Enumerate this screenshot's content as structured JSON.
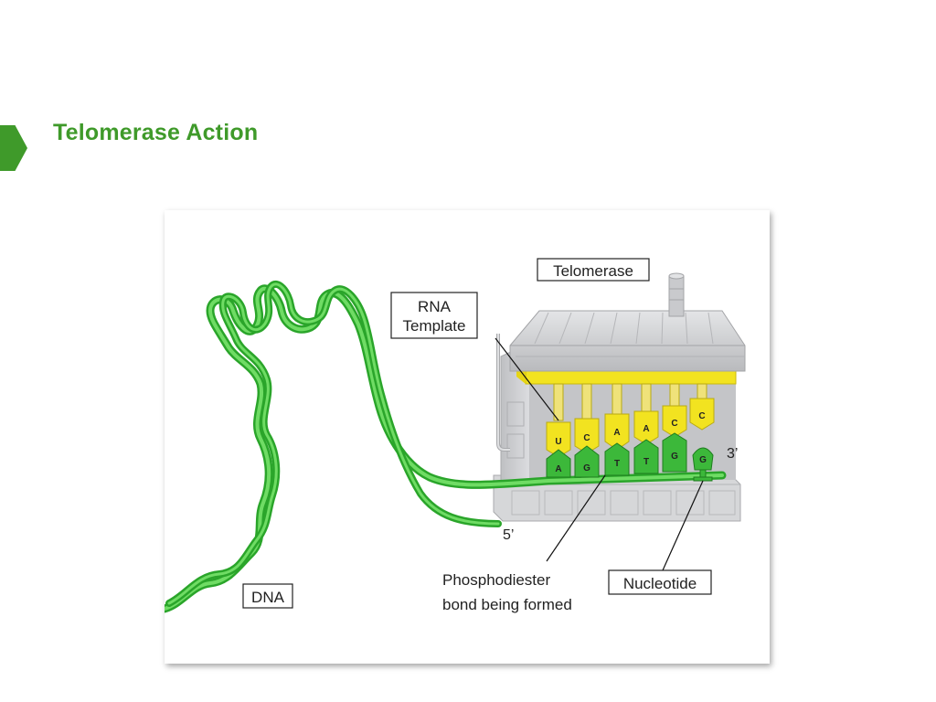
{
  "slide": {
    "title": "Telomerase Action"
  },
  "diagram": {
    "labels": {
      "telomerase": "Telomerase",
      "rna_template_line1": "RNA",
      "rna_template_line2": "Template",
      "dna": "DNA",
      "nucleotide": "Nucleotide",
      "phosphodiester_line1": "Phosphodiester",
      "phosphodiester_line2": "bond being formed",
      "end_3prime": "3’",
      "end_5prime": "5’"
    },
    "rna_bases": [
      "U",
      "C",
      "A",
      "A",
      "C",
      "C"
    ],
    "dna_bases": [
      "A",
      "G",
      "T",
      "T",
      "G",
      "G"
    ],
    "colors": {
      "dna_green": "#3cb83a",
      "rna_yellow": "#f2e320",
      "enzyme_gray": "#cfd0d2",
      "title_green": "#3f9a2a"
    }
  }
}
